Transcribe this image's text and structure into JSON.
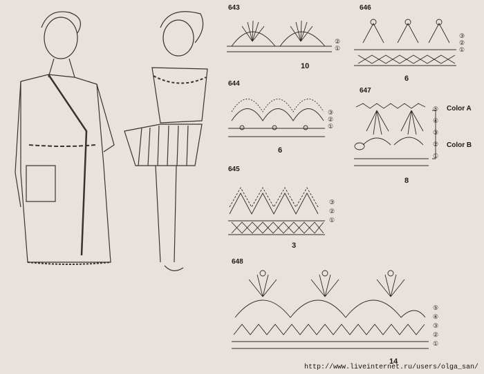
{
  "patterns": [
    {
      "id": "643",
      "repeat": "10",
      "rows": [
        "②",
        "①"
      ]
    },
    {
      "id": "644",
      "repeat": "6",
      "rows": [
        "③",
        "②",
        "①"
      ]
    },
    {
      "id": "645",
      "repeat": "3",
      "rows": [
        "③",
        "②",
        "①"
      ]
    },
    {
      "id": "646",
      "repeat": "6",
      "rows": [
        "③",
        "②",
        "①"
      ]
    },
    {
      "id": "647",
      "repeat": "8",
      "rows": [
        "⑤",
        "④",
        "③",
        "②",
        "①"
      ],
      "color_a": "Color A",
      "color_b": "Color B"
    },
    {
      "id": "648",
      "repeat": "14",
      "rows": [
        "⑤",
        "④",
        "③",
        "②",
        "①"
      ]
    }
  ],
  "watermark": "http://www.liveinternet.ru/users/olga_san/",
  "colors": {
    "paper": "#e9e2dc",
    "ink": "#2a2a2a"
  }
}
